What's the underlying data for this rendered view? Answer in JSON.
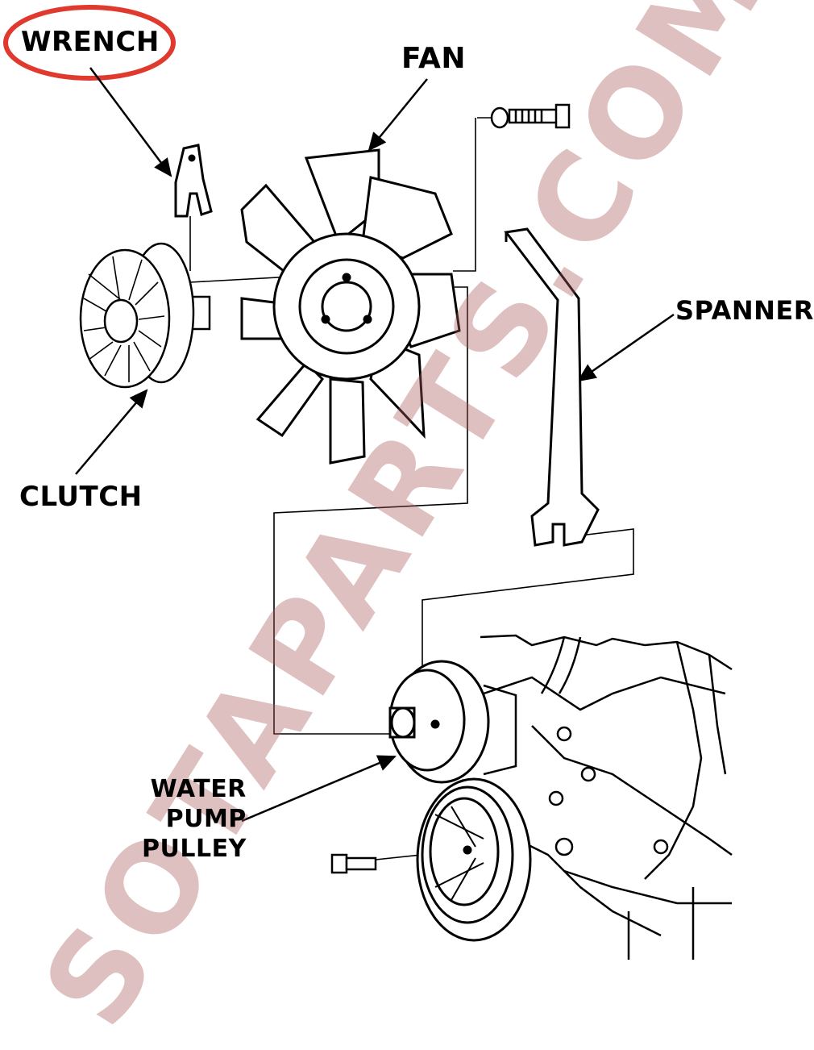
{
  "labels": {
    "wrench": "WRENCH",
    "fan": "FAN",
    "spanner": "SPANNER",
    "clutch": "CLUTCH",
    "water_pump_pulley": [
      "WATER",
      "PUMP",
      "PULLEY"
    ]
  },
  "watermark": "SOTAPARTS.COM",
  "colors": {
    "line": "#000000",
    "highlight_ring": "#e03a2f",
    "watermark": "#aa5a5a"
  }
}
